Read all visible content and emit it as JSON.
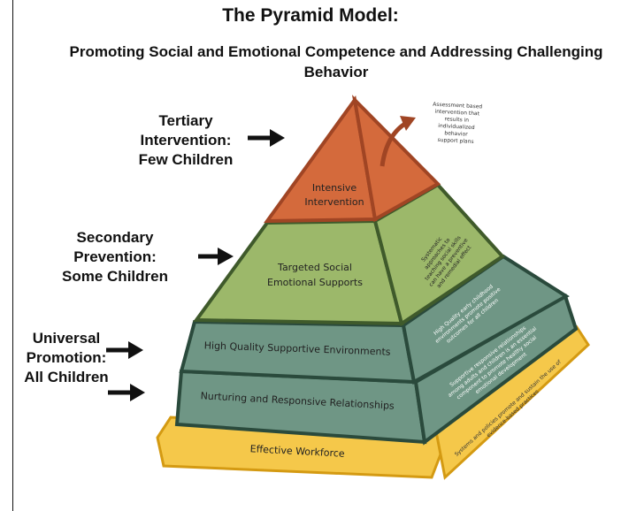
{
  "title": "The Pyramid Model:",
  "subtitle": "Promoting Social and Emotional Competence and Addressing Challenging Behavior",
  "tiers": [
    {
      "label": "Tertiary Intervention: Few Children",
      "lines": [
        "Tertiary",
        "Intervention:",
        "Few Children"
      ]
    },
    {
      "label": "Secondary Prevention: Some Children",
      "lines": [
        "Secondary",
        "Prevention:",
        "Some Children"
      ]
    },
    {
      "label": "Universal Promotion: All Children",
      "lines": [
        "Universal",
        "Promotion:",
        "All Children"
      ]
    }
  ],
  "pyramid": {
    "top": [
      "Intensive",
      "Intervention"
    ],
    "second": [
      "Targeted Social",
      "Emotional Supports"
    ],
    "third": "High Quality Supportive Environments",
    "fourth": "Nurturing and Responsive Relationships",
    "base": "Effective Workforce"
  },
  "side_notes": {
    "top_annotation": [
      "Assessment based",
      "intervention that",
      "results in",
      "individualized",
      "behavior",
      "support plans"
    ],
    "second": [
      "Systematic",
      "approaches to",
      "teaching social skills",
      "can have a preventive",
      "and remedial effect"
    ],
    "third": [
      "High Quality early childhood",
      "environments promote positive",
      "outcomes for all children"
    ],
    "fourth": [
      "Supportive responsive relationships",
      "among adults and children is an essential",
      "component to promote healthy social",
      "emotional development"
    ],
    "base": [
      "Systems and policies promote and sustain the use of",
      "evidence-based practices"
    ]
  },
  "colors": {
    "orange": "#d46a3c",
    "orange_dark": "#a04524",
    "green_light": "#9cb86a",
    "green_dark": "#3f5a2b",
    "teal": "#6f9685",
    "teal_dark": "#2a4a3c",
    "yellow": "#f5c84a",
    "yellow_dark": "#d49a12"
  }
}
